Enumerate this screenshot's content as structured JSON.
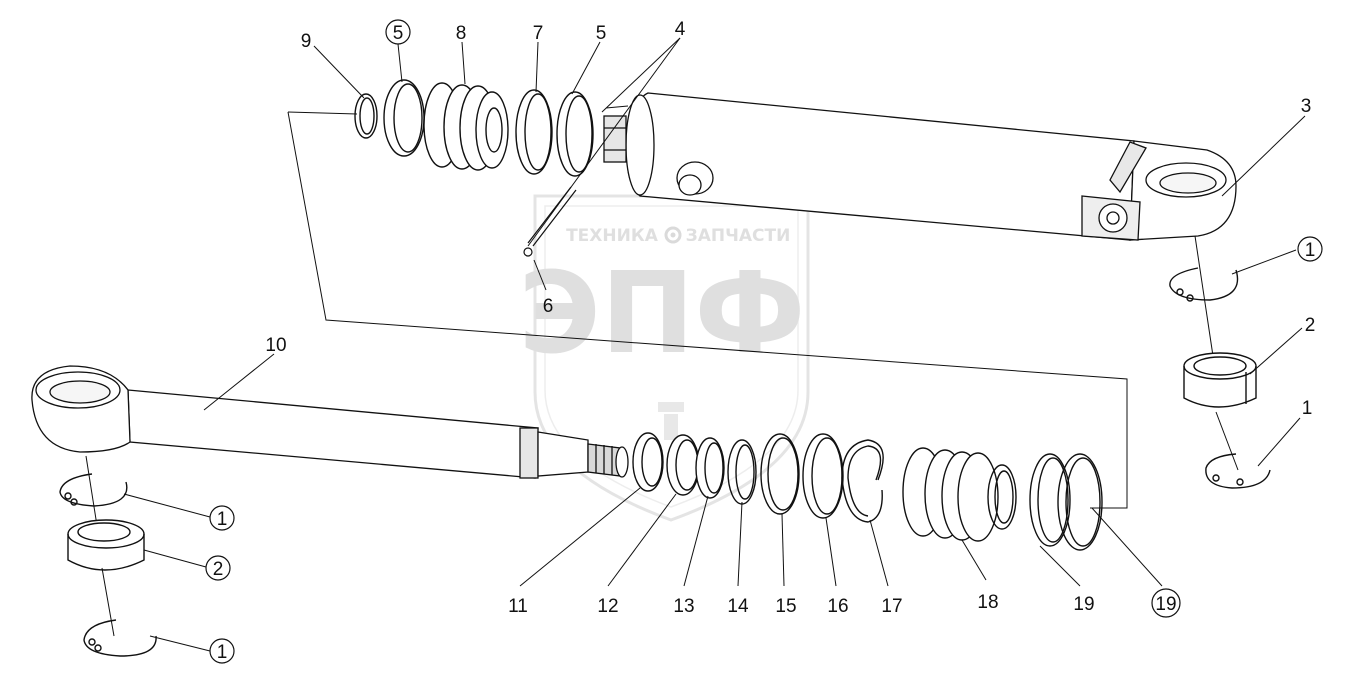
{
  "watermark": {
    "top_left": "ТЕХНИКА",
    "top_right": "ЗАПЧАСТИ",
    "big": "ЭПФ"
  },
  "callouts": {
    "c9": "9",
    "c5_circled": "5",
    "c8": "8",
    "c7": "7",
    "c5": "5",
    "c4": "4",
    "c3": "3",
    "c6": "6",
    "c1_right_top": "1",
    "c2_right": "2",
    "c1_right_bottom": "1",
    "c10": "10",
    "c1_left_top": "1",
    "c2_left": "2",
    "c1_left_bottom": "1",
    "c11": "11",
    "c12": "12",
    "c13": "13",
    "c14": "14",
    "c15": "15",
    "c16": "16",
    "c17": "17",
    "c18": "18",
    "c19": "19",
    "c19_circled": "19"
  },
  "colors": {
    "line": "#111111",
    "watermark": "#dcdcdc"
  }
}
